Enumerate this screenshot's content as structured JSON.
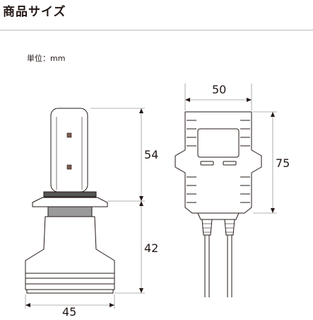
{
  "header": {
    "title": "商品サイズ"
  },
  "unit_label": "単位：mm",
  "dimensions": {
    "bulb_top_height": "54",
    "bulb_base_height": "42",
    "bulb_width": "45",
    "driver_width": "50",
    "driver_height": "75"
  },
  "colors": {
    "line": "#231815",
    "dim_line": "#9a9a9a",
    "chip_fill": "#7a5a4a",
    "base_ring": "#777777"
  }
}
